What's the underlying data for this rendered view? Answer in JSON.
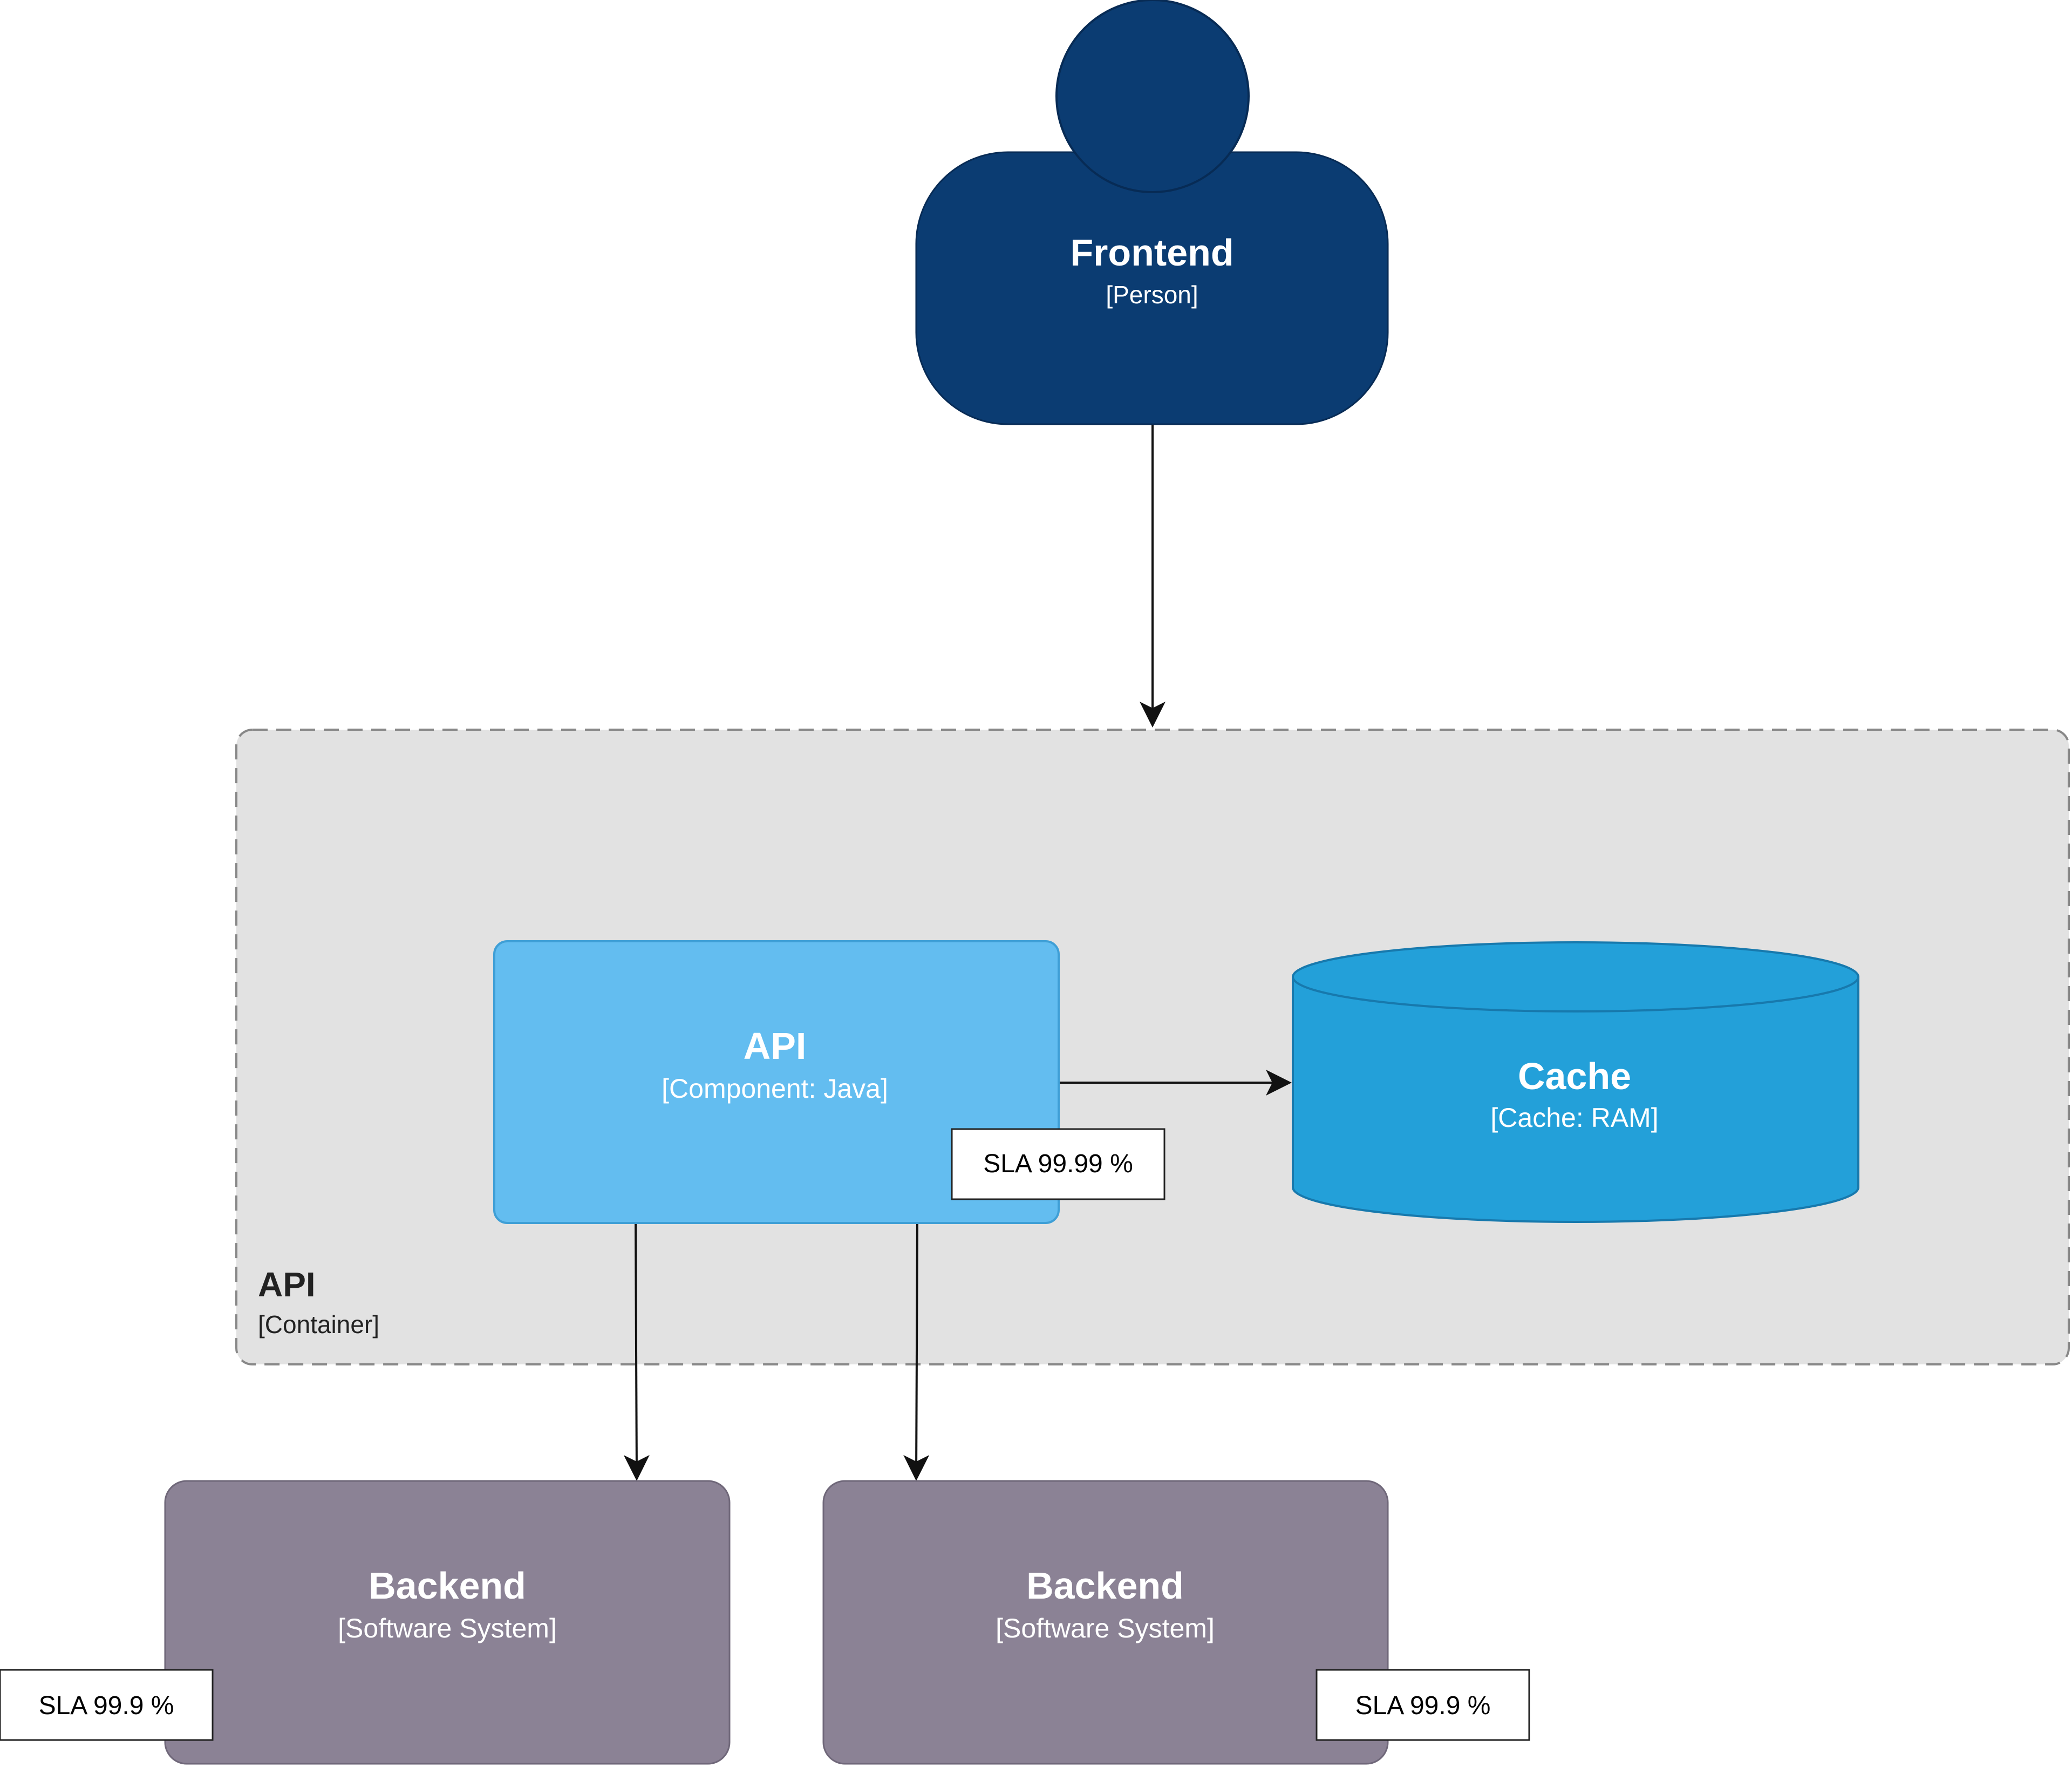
{
  "colors": {
    "person": "#0b3c72",
    "component": "#63bdf0",
    "component_stroke": "#3f9fd6",
    "cache": "#23a0d9",
    "cache_stroke": "#1779ad",
    "container_fill": "#e2e2e2",
    "container_stroke": "#888888",
    "software_system": "#8b8295",
    "software_system_stroke": "#6f6779",
    "edge": "#111111"
  },
  "nodes": {
    "frontend": {
      "title": "Frontend",
      "type": "[Person]"
    },
    "api_container": {
      "title": "API",
      "type": "[Container]"
    },
    "api_component": {
      "title": "API",
      "type": "[Component: Java]",
      "sla": "SLA 99.99 %"
    },
    "cache": {
      "title": "Cache",
      "type": "[Cache: RAM]"
    },
    "backend_1": {
      "title": "Backend",
      "type": "[Software System]",
      "sla": "SLA 99.9 %"
    },
    "backend_2": {
      "title": "Backend",
      "type": "[Software System]",
      "sla": "SLA 99.9 %"
    }
  },
  "edges": [
    {
      "from": "frontend",
      "to": "api_container"
    },
    {
      "from": "api_component",
      "to": "cache"
    },
    {
      "from": "api_component",
      "to": "backend_1"
    },
    {
      "from": "api_component",
      "to": "backend_2"
    }
  ]
}
